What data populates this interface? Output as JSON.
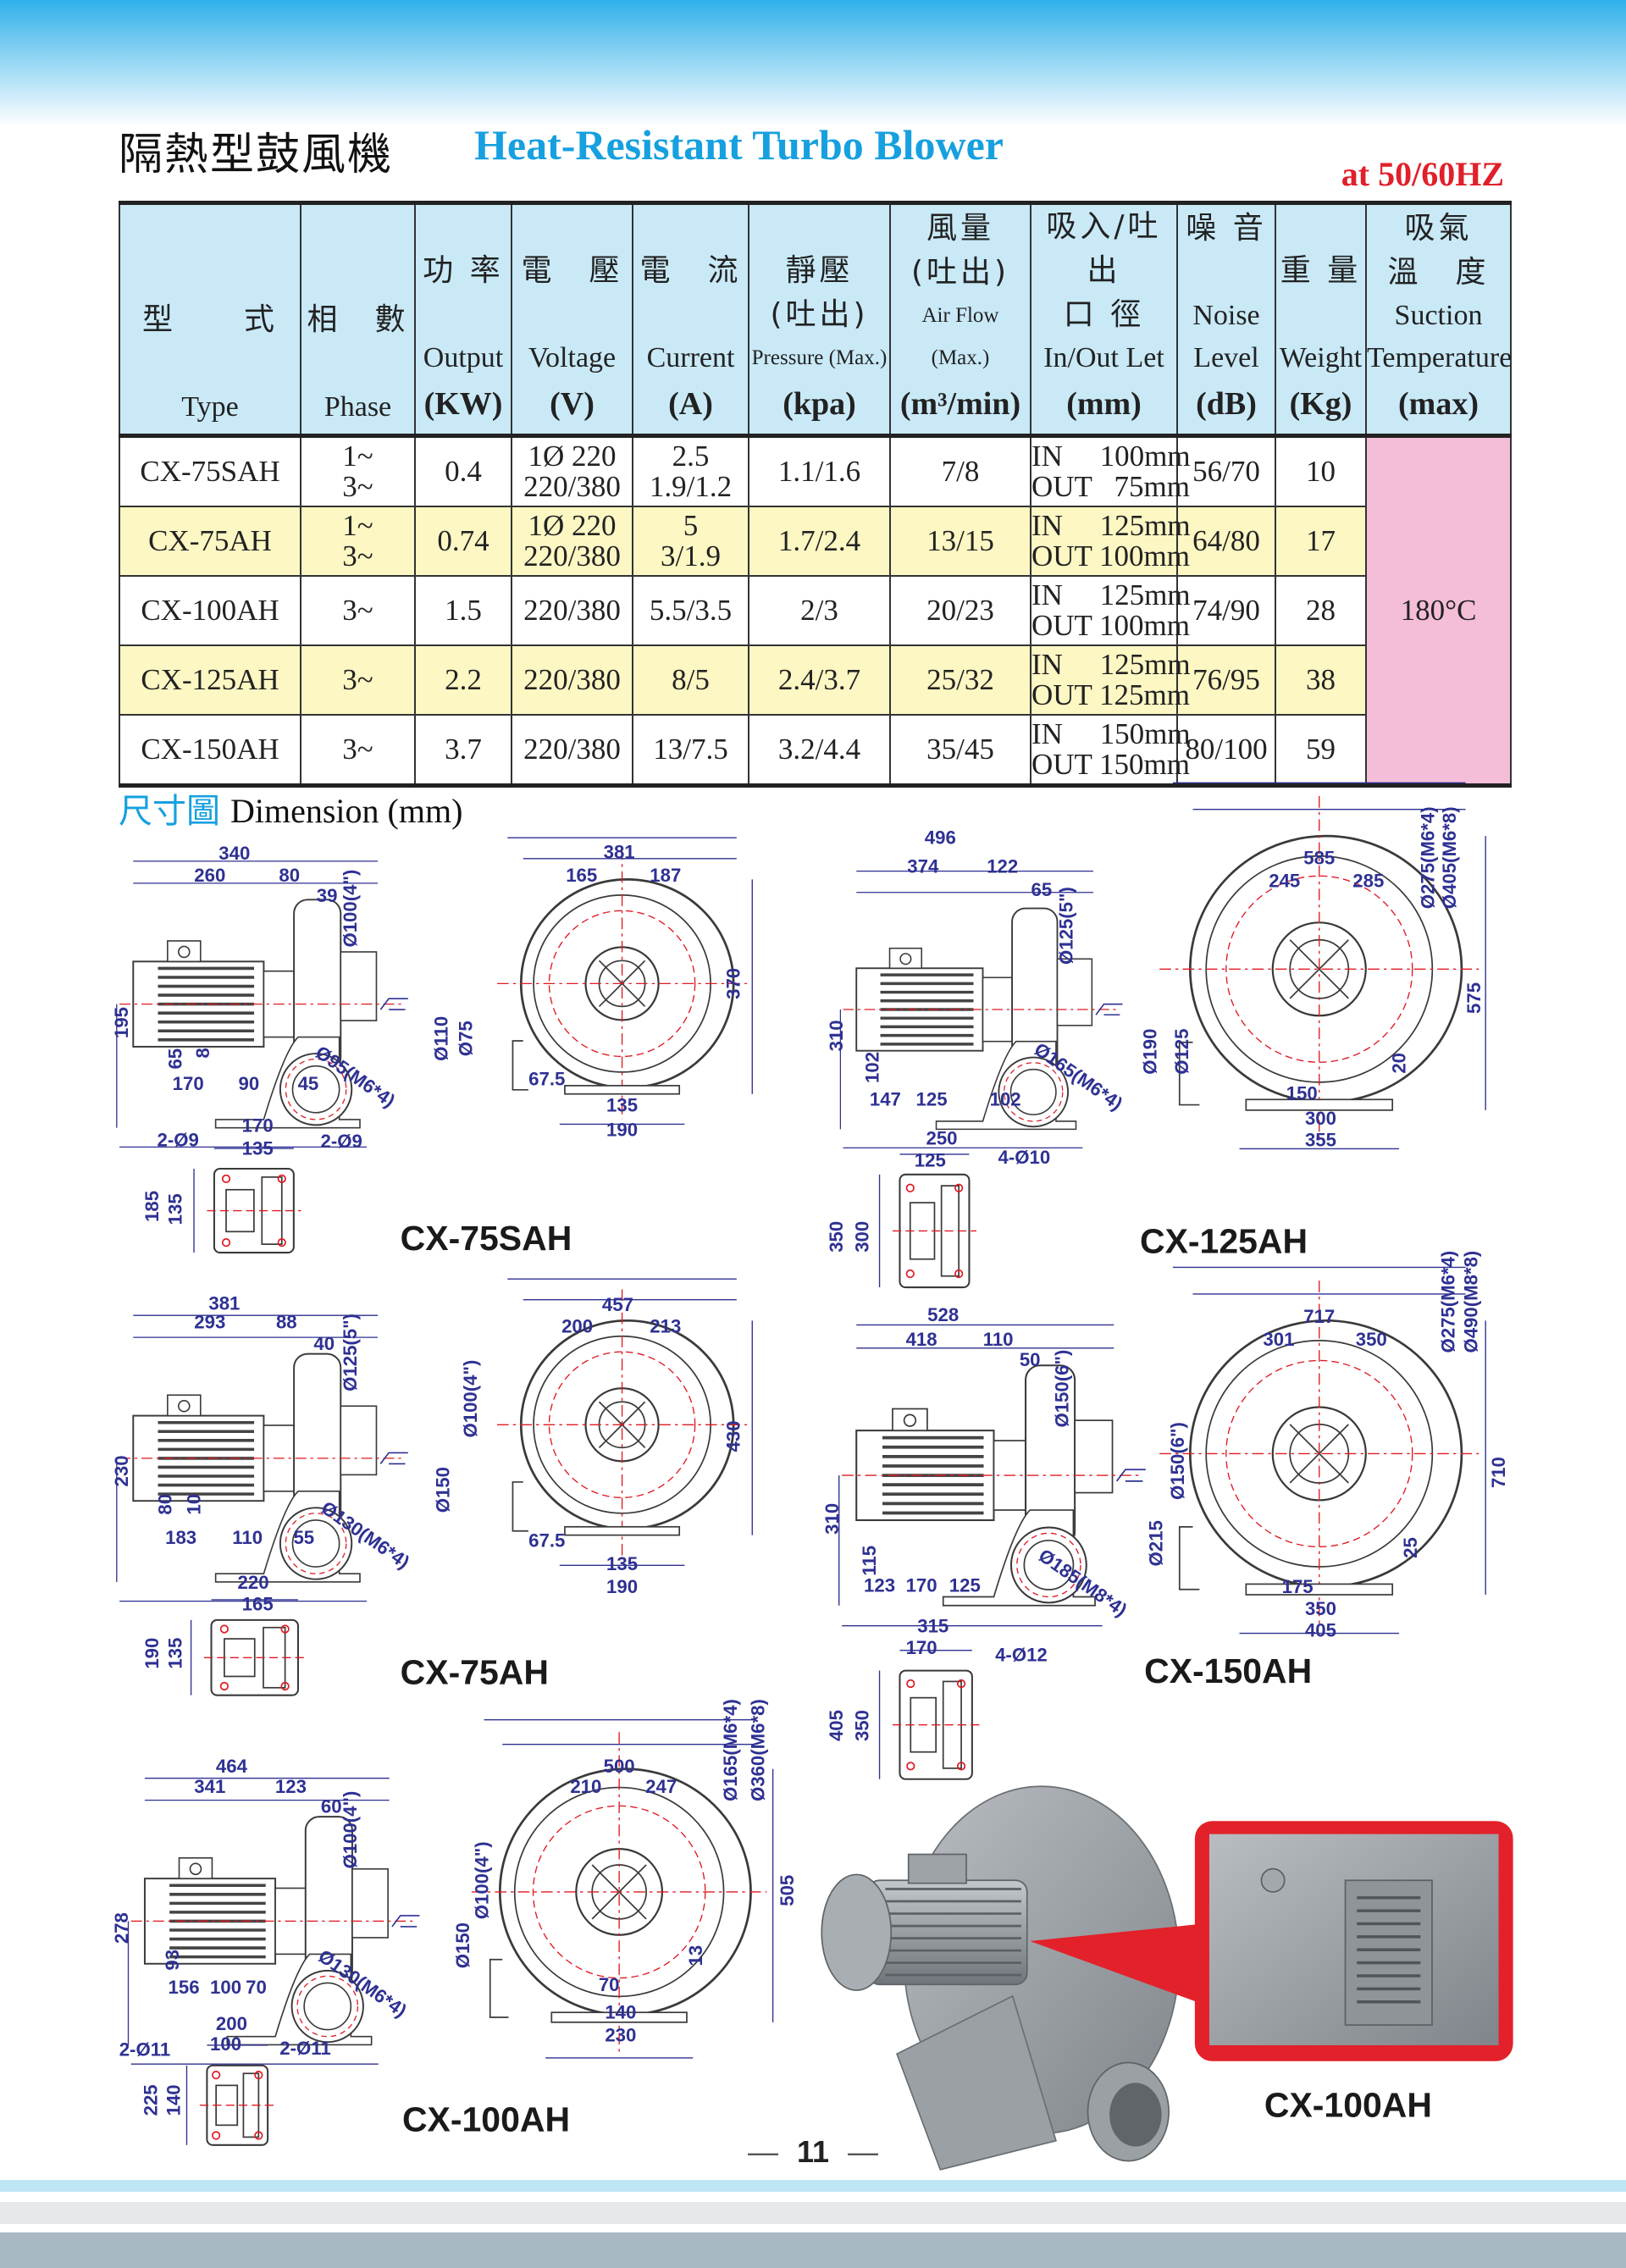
{
  "header": {
    "title_zh": "隔熱型鼓風機",
    "title_en": "Heat-Resistant Turbo Blower",
    "frequency": "at  50/60HZ",
    "accent_color": "#16a0df",
    "frequency_color": "#e0202a"
  },
  "table": {
    "columns": [
      {
        "zh": [
          "型　　式"
        ],
        "en": "Type",
        "unit": ""
      },
      {
        "zh": [
          "相　數"
        ],
        "en": "Phase",
        "unit": ""
      },
      {
        "zh": [
          "功 率"
        ],
        "en": "Output",
        "unit": "(KW)"
      },
      {
        "zh": [
          "電　壓"
        ],
        "en": "Voltage",
        "unit": "(V)"
      },
      {
        "zh": [
          "電　流"
        ],
        "en": "Current",
        "unit": "(A)"
      },
      {
        "zh": [
          "靜壓",
          "(吐出)"
        ],
        "en": "Pressure (Max.)",
        "unit": "(kpa)"
      },
      {
        "zh": [
          "風量",
          "(吐出)"
        ],
        "en": "Air Flow (Max.)",
        "unit": "(m³/min)"
      },
      {
        "zh": [
          "吸入/吐出",
          "口 徑"
        ],
        "en": "In/Out Let",
        "unit": "(mm)"
      },
      {
        "zh": [
          "噪 音"
        ],
        "en": "Noise Level",
        "unit": "(dB)"
      },
      {
        "zh": [
          "重 量"
        ],
        "en": "Weight",
        "unit": "(Kg)"
      },
      {
        "zh": [
          "吸氣",
          "溫　度"
        ],
        "en": "Suction Temperature",
        "unit": "(max)"
      }
    ],
    "rows": [
      {
        "type": "CX-75SAH",
        "phase": [
          "1~",
          "3~"
        ],
        "output": "0.4",
        "voltage": [
          "1Ø  220",
          "220/380"
        ],
        "current": [
          "2.5",
          "1.9/1.2"
        ],
        "pressure": "1.1/1.6",
        "airflow": "7/8",
        "inout": [
          "IN     100mm",
          "OUT   75mm"
        ],
        "noise": "56/70",
        "weight": "10"
      },
      {
        "type": "CX-75AH",
        "phase": [
          "1~",
          "3~"
        ],
        "output": "0.74",
        "voltage": [
          "1Ø  220",
          "220/380"
        ],
        "current": [
          "5",
          "3/1.9"
        ],
        "pressure": "1.7/2.4",
        "airflow": "13/15",
        "inout": [
          "IN     125mm",
          "OUT 100mm"
        ],
        "noise": "64/80",
        "weight": "17"
      },
      {
        "type": "CX-100AH",
        "phase": [
          "3~"
        ],
        "output": "1.5",
        "voltage": [
          "220/380"
        ],
        "current": [
          "5.5/3.5"
        ],
        "pressure": "2/3",
        "airflow": "20/23",
        "inout": [
          "IN     125mm",
          "OUT 100mm"
        ],
        "noise": "74/90",
        "weight": "28"
      },
      {
        "type": "CX-125AH",
        "phase": [
          "3~"
        ],
        "output": "2.2",
        "voltage": [
          "220/380"
        ],
        "current": [
          "8/5"
        ],
        "pressure": "2.4/3.7",
        "airflow": "25/32",
        "inout": [
          "IN     125mm",
          "OUT 125mm"
        ],
        "noise": "76/95",
        "weight": "38"
      },
      {
        "type": "CX-150AH",
        "phase": [
          "3~"
        ],
        "output": "3.7",
        "voltage": [
          "220/380"
        ],
        "current": [
          "13/7.5"
        ],
        "pressure": "3.2/4.4",
        "airflow": "35/45",
        "inout": [
          "IN     150mm",
          "OUT 150mm"
        ],
        "noise": "80/100",
        "weight": "59"
      }
    ],
    "suction_temperature": "180°C",
    "colors": {
      "header": "#c9e9f7",
      "alt_row": "#fcf7c3",
      "temperature": "#f4bdd8"
    }
  },
  "dimensions": {
    "title_zh": "尺寸圖",
    "title_en": "Dimension (mm)",
    "label_color": "#2e3192",
    "drawings": [
      {
        "model": "CX-75SAH",
        "side": [
          "340",
          "260",
          "80",
          "39",
          "Ø100(4\")",
          "195",
          "65",
          "8",
          "170",
          "90",
          "45",
          "Ø95(M6*4)"
        ],
        "front": [
          "381",
          "165",
          "187",
          "370",
          "Ø110",
          "Ø75",
          "67.5",
          "135",
          "190"
        ],
        "base": [
          "170",
          "135",
          "2-Ø9",
          "2-Ø9",
          "185",
          "135"
        ]
      },
      {
        "model": "CX-125AH",
        "side": [
          "496",
          "374",
          "122",
          "65",
          "Ø125(5\")",
          "310",
          "102",
          "147",
          "125",
          "102",
          "Ø165(M6*4)"
        ],
        "front": [
          "585",
          "245",
          "285",
          "Ø275(M6*4)",
          "Ø405(M6*8)",
          "575",
          "Ø190",
          "Ø125",
          "20",
          "150",
          "300",
          "355"
        ],
        "base": [
          "250",
          "125",
          "4-Ø10",
          "350",
          "300"
        ]
      },
      {
        "model": "CX-75AH",
        "side": [
          "381",
          "293",
          "88",
          "40",
          "Ø125(5\")",
          "230",
          "80",
          "10",
          "183",
          "110",
          "55",
          "Ø130(M6*4)"
        ],
        "front": [
          "457",
          "200",
          "213",
          "Ø100(4\")",
          "430",
          "Ø150",
          "67.5",
          "135",
          "190"
        ],
        "base": [
          "220",
          "165",
          "190",
          "135"
        ]
      },
      {
        "model": "CX-150AH",
        "side": [
          "528",
          "418",
          "110",
          "50",
          "Ø150(6\")",
          "310",
          "115",
          "123",
          "170",
          "125",
          "Ø185(M8*4)"
        ],
        "front": [
          "717",
          "301",
          "350",
          "Ø275(M6*4)",
          "Ø490(M8*8)",
          "710",
          "Ø150(6\")",
          "Ø215",
          "25",
          "175",
          "350",
          "405"
        ],
        "base": [
          "315",
          "170",
          "4-Ø12",
          "405",
          "350"
        ]
      },
      {
        "model": "CX-100AH",
        "side": [
          "464",
          "341",
          "123",
          "60",
          "Ø100(4\")",
          "278",
          "93",
          "156",
          "100",
          "70",
          "Ø130(M6*4)"
        ],
        "front": [
          "500",
          "210",
          "247",
          "Ø165(M6*4)",
          "Ø360(M6*8)",
          "Ø100(4\")",
          "505",
          "Ø150",
          "13",
          "70",
          "140",
          "230"
        ],
        "base": [
          "200",
          "100",
          "2-Ø11",
          "2-Ø11",
          "225",
          "140"
        ]
      }
    ]
  },
  "photo": {
    "caption": "CX-100AH",
    "inset_border_color": "#e3212a"
  },
  "footer": {
    "page_number": "11",
    "dash": "—"
  }
}
